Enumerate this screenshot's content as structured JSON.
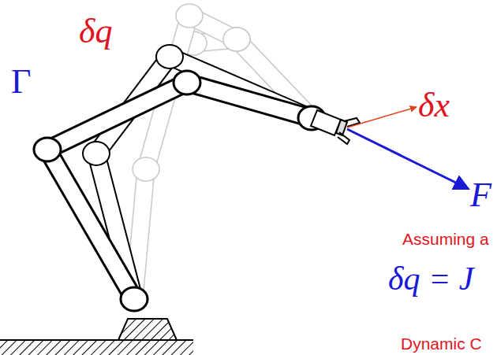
{
  "diagram": {
    "labels": [
      "δq",
      "Γ",
      "δx",
      "F",
      "Assuming a",
      "δq = J",
      "Dynamic C"
    ]
  }
}
